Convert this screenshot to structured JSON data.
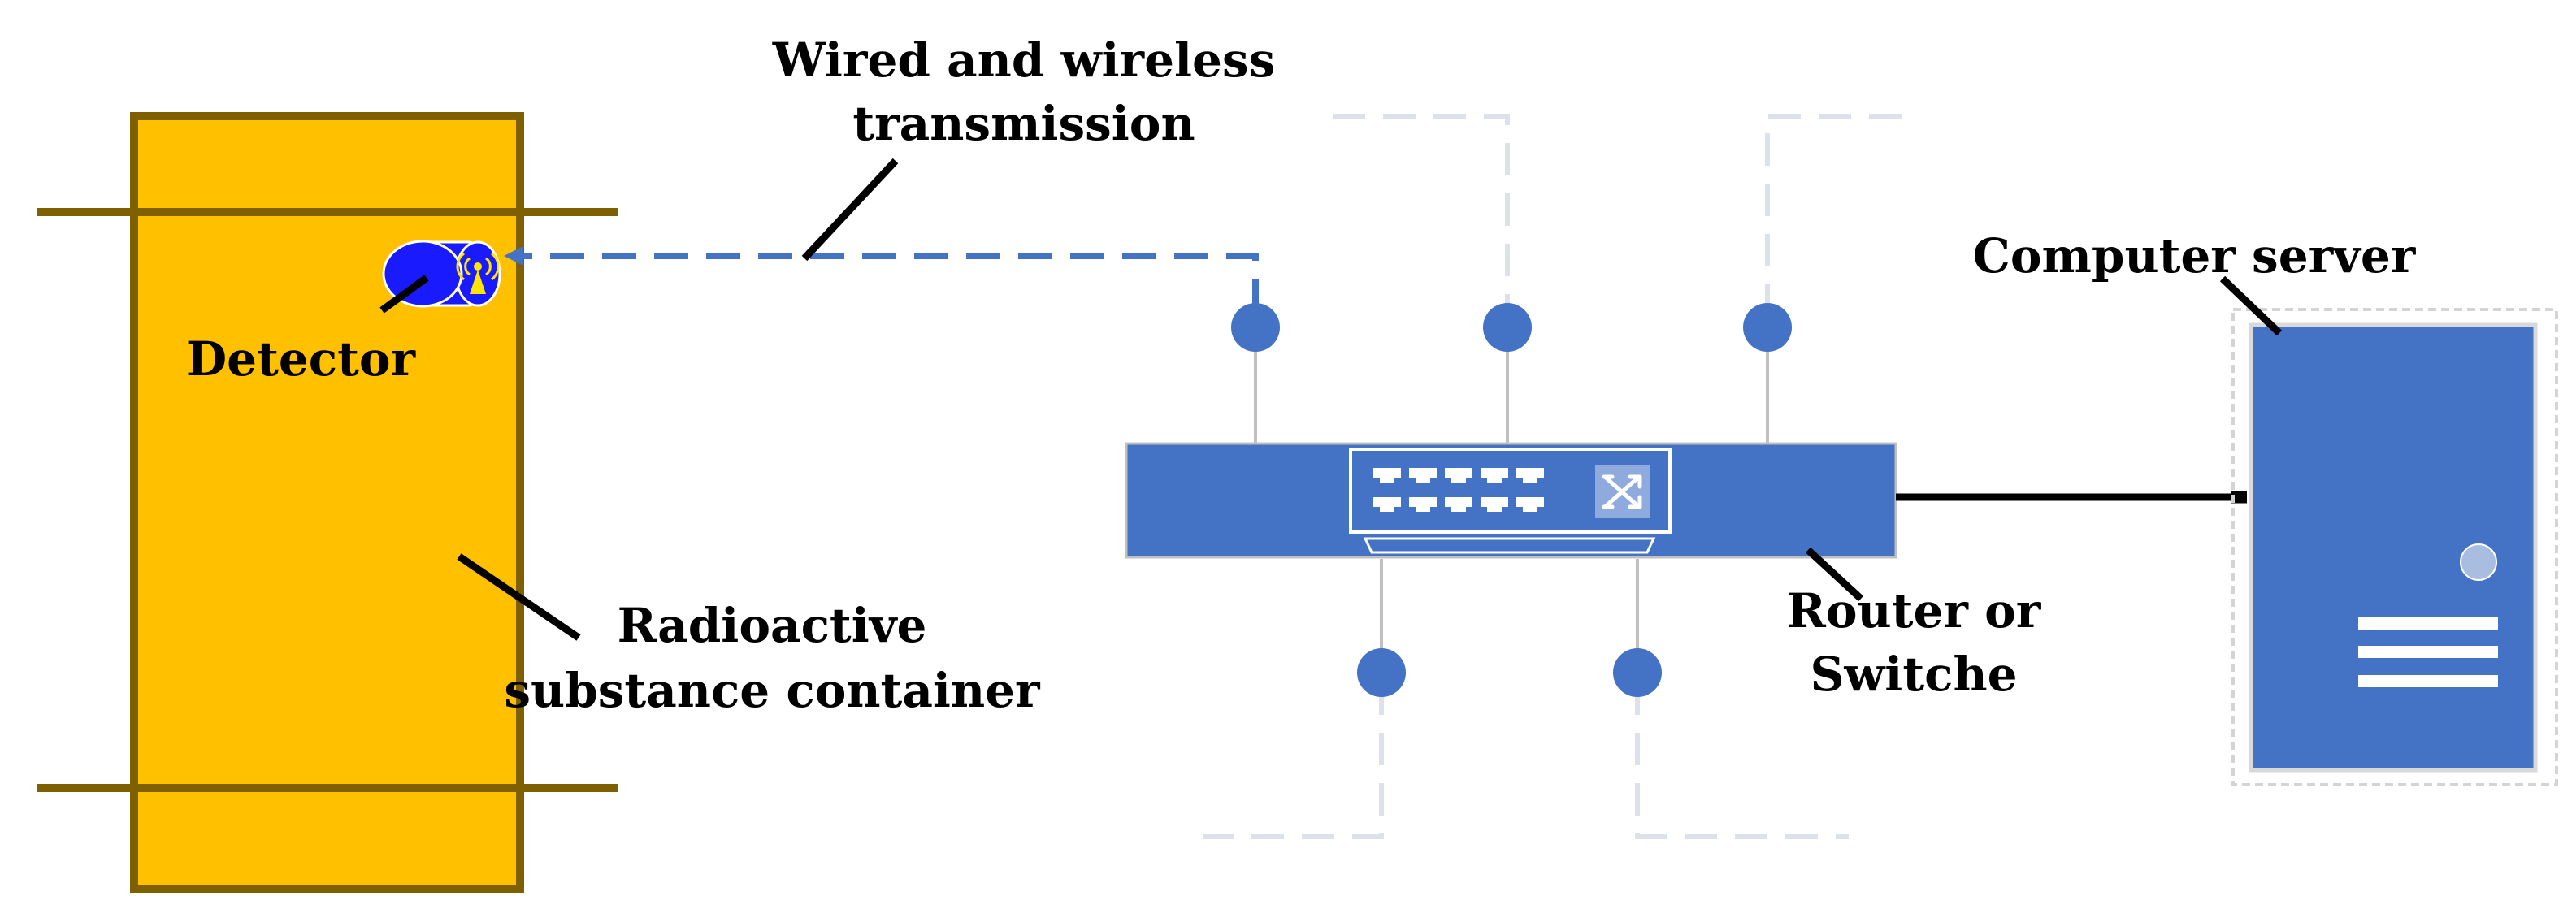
{
  "labels": {
    "transmission_line1": "Wired and wireless",
    "transmission_line2": "transmission",
    "detector": "Detector",
    "container_line1": "Radioactive",
    "container_line2": "substance container",
    "server": "Computer server",
    "router_line1": "Router or",
    "router_line2": "Switche"
  },
  "icons": {
    "detector": "wireless-detector-icon",
    "switch_symbol": "switch-arrows-icon",
    "port": "ethernet-port-icon"
  },
  "colors": {
    "container_fill": "#ffc000",
    "container_stroke": "#7f6000",
    "network_blue": "#4472c4",
    "detector_blue": "#1a1aff",
    "detector_antenna": "#ffe600",
    "dashed_gray": "#dde1ea",
    "connector_gray": "#c0c0c0"
  }
}
